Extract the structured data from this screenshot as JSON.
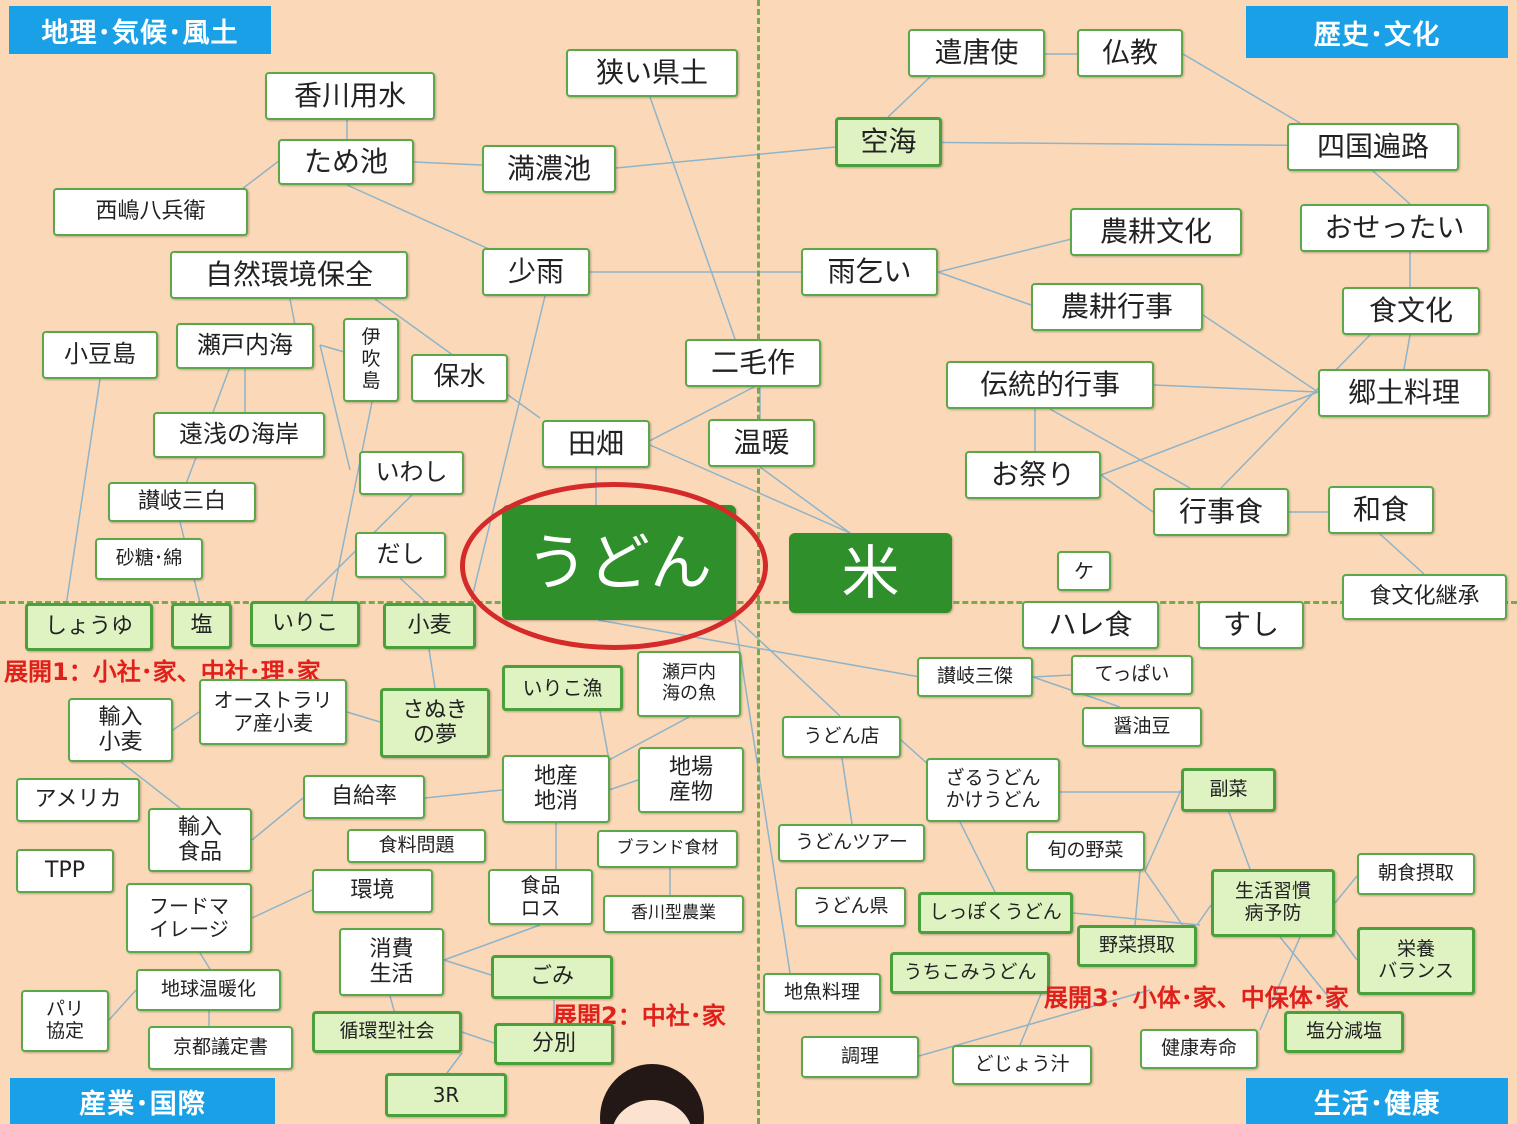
{
  "corners": {
    "geo": "地理･気候･風土",
    "history": "歴史･文化",
    "industry": "産業･国際",
    "life": "生活･健康"
  },
  "notes": {
    "expand1": "展開1：小社･家、中社･理･家",
    "expand2": "展開2：中社･家",
    "expand3": "展開3：小体･家、中保体･家"
  },
  "colors": {
    "background": "#fbd9b8",
    "node_border": "#5aa84a",
    "node_highlight": "#dff3c2",
    "main_node": "#2f8f2b",
    "corner_label": "#1aa0e6",
    "note_text": "#e0201a",
    "ring": "#d42a2a",
    "divider": "#7aa84e"
  },
  "center": {
    "udon": "うどん",
    "rice": "米"
  },
  "nodes": {
    "kagawa_yousui": "香川用水",
    "tameike": "ため池",
    "nishijima": "西嶋八兵衛",
    "mannouike": "満濃池",
    "semai_kendo": "狭い県土",
    "shizen_kankyo": "自然環境保全",
    "shou_u": "少雨",
    "shodoshima": "小豆島",
    "setonaikai": "瀬戸内海",
    "ibukijima": "伊\n吹\n島",
    "hosui": "保水",
    "toasa": "遠浅の海岸",
    "iwashi": "いわし",
    "sanuki_sanpaku": "讃岐三白",
    "sato_wata": "砂糖･綿",
    "dashi": "だし",
    "denpata": "田畑",
    "nimousaku": "二毛作",
    "ondan": "温暖",
    "shouyu": "しょうゆ",
    "shio": "塩",
    "iriko": "いりこ",
    "komugi": "小麦",
    "kentoushi": "遣唐使",
    "bukkyo": "仏教",
    "kukai": "空海",
    "shikoku_henro": "四国遍路",
    "noukou_bunka": "農耕文化",
    "osettai": "おせったい",
    "amagoi": "雨乞い",
    "noukou_gyouji": "農耕行事",
    "shokubunka": "食文化",
    "dentou_gyouji": "伝統的行事",
    "kyoudo_ryouri": "郷土料理",
    "omatsuri": "お祭り",
    "gyoujishoku": "行事食",
    "washoku": "和食",
    "ke": "ケ",
    "shokubunka_keishou": "食文化継承",
    "hareshoku": "ハレ食",
    "sushi": "すし",
    "yunyu_komugi": "輸入\n小麦",
    "australia": "オーストラリ\nア産小麦",
    "sanuki_yume": "さぬき\nの夢",
    "iriko_ryou": "いりこ漁",
    "setouchi_sakana": "瀬戸内\n海の魚",
    "america": "アメリカ",
    "yunyu_shokuhin": "輸入\n食品",
    "jikyuuritsu": "自給率",
    "chisan_chishou": "地産\n地消",
    "jiba_sanbutsu": "地場\n産物",
    "shokuryou_mondai": "食料問題",
    "brand_shokuzai": "ブランド食材",
    "tpp": "TPP",
    "food_mileage": "フードマ\nイレージ",
    "kankyo": "環境",
    "shokuhin_loss": "食品\nロス",
    "kagawa_nougyou": "香川型農業",
    "shouhi_seikatsu": "消費\n生活",
    "gomi": "ごみ",
    "ondanka": "地球温暖化",
    "pari": "パリ\n協定",
    "kyoto": "京都議定書",
    "junkan": "循環型社会",
    "bunbetsu": "分別",
    "three_r": "3R",
    "sanuki_sanketsu": "讃岐三傑",
    "teppai": "てっぱい",
    "shouyumame": "醤油豆",
    "udonten": "うどん店",
    "zaru_kake": "ざるうどん\nかけうどん",
    "fukusai": "副菜",
    "udon_tour": "うどんツアー",
    "shun_yasai": "旬の野菜",
    "asashoku": "朝食摂取",
    "udonken": "うどん県",
    "shippoku": "しっぽくうどん",
    "seikatsu_shukan": "生活習慣\n病予防",
    "yasai_sesshu": "野菜摂取",
    "eiyou": "栄養\nバランス",
    "uchikomi": "うちこみうどん",
    "jizakana": "地魚料理",
    "chouri": "調理",
    "dojou": "どじょう汁",
    "kenkou_jumyou": "健康寿命",
    "enbun": "塩分減塩"
  }
}
